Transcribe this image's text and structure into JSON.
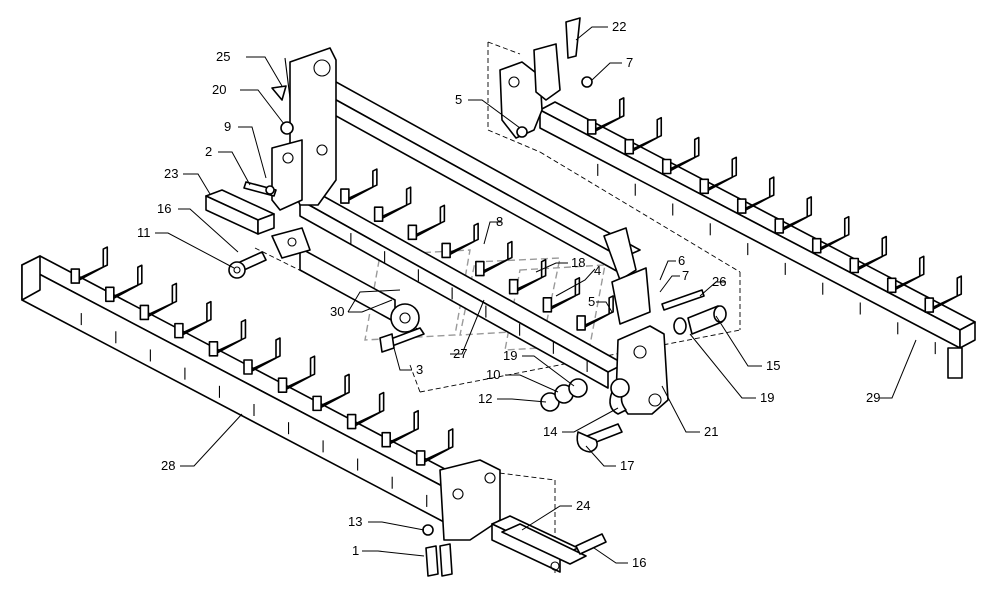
{
  "diagram": {
    "callouts": [
      {
        "id": "c25",
        "text": "25"
      },
      {
        "id": "c20",
        "text": "20"
      },
      {
        "id": "c9",
        "text": "9"
      },
      {
        "id": "c2",
        "text": "2"
      },
      {
        "id": "c23",
        "text": "23"
      },
      {
        "id": "c16a",
        "text": "16"
      },
      {
        "id": "c11",
        "text": "11"
      },
      {
        "id": "c30",
        "text": "30"
      },
      {
        "id": "c3",
        "text": "3"
      },
      {
        "id": "c27",
        "text": "27"
      },
      {
        "id": "c8",
        "text": "8"
      },
      {
        "id": "c18",
        "text": "18"
      },
      {
        "id": "c4",
        "text": "4"
      },
      {
        "id": "c5a",
        "text": "5"
      },
      {
        "id": "c5b",
        "text": "5"
      },
      {
        "id": "c22",
        "text": "22"
      },
      {
        "id": "c7a",
        "text": "7"
      },
      {
        "id": "c6",
        "text": "6"
      },
      {
        "id": "c7b",
        "text": "7"
      },
      {
        "id": "c26",
        "text": "26"
      },
      {
        "id": "c15",
        "text": "15"
      },
      {
        "id": "c19a",
        "text": "19"
      },
      {
        "id": "c19b",
        "text": "19"
      },
      {
        "id": "c10",
        "text": "10"
      },
      {
        "id": "c12",
        "text": "12"
      },
      {
        "id": "c14",
        "text": "14"
      },
      {
        "id": "c21",
        "text": "21"
      },
      {
        "id": "c17",
        "text": "17"
      },
      {
        "id": "c28",
        "text": "28"
      },
      {
        "id": "c29",
        "text": "29"
      },
      {
        "id": "c13",
        "text": "13"
      },
      {
        "id": "c1",
        "text": "1"
      },
      {
        "id": "c24",
        "text": "24"
      },
      {
        "id": "c16b",
        "text": "16"
      }
    ]
  }
}
